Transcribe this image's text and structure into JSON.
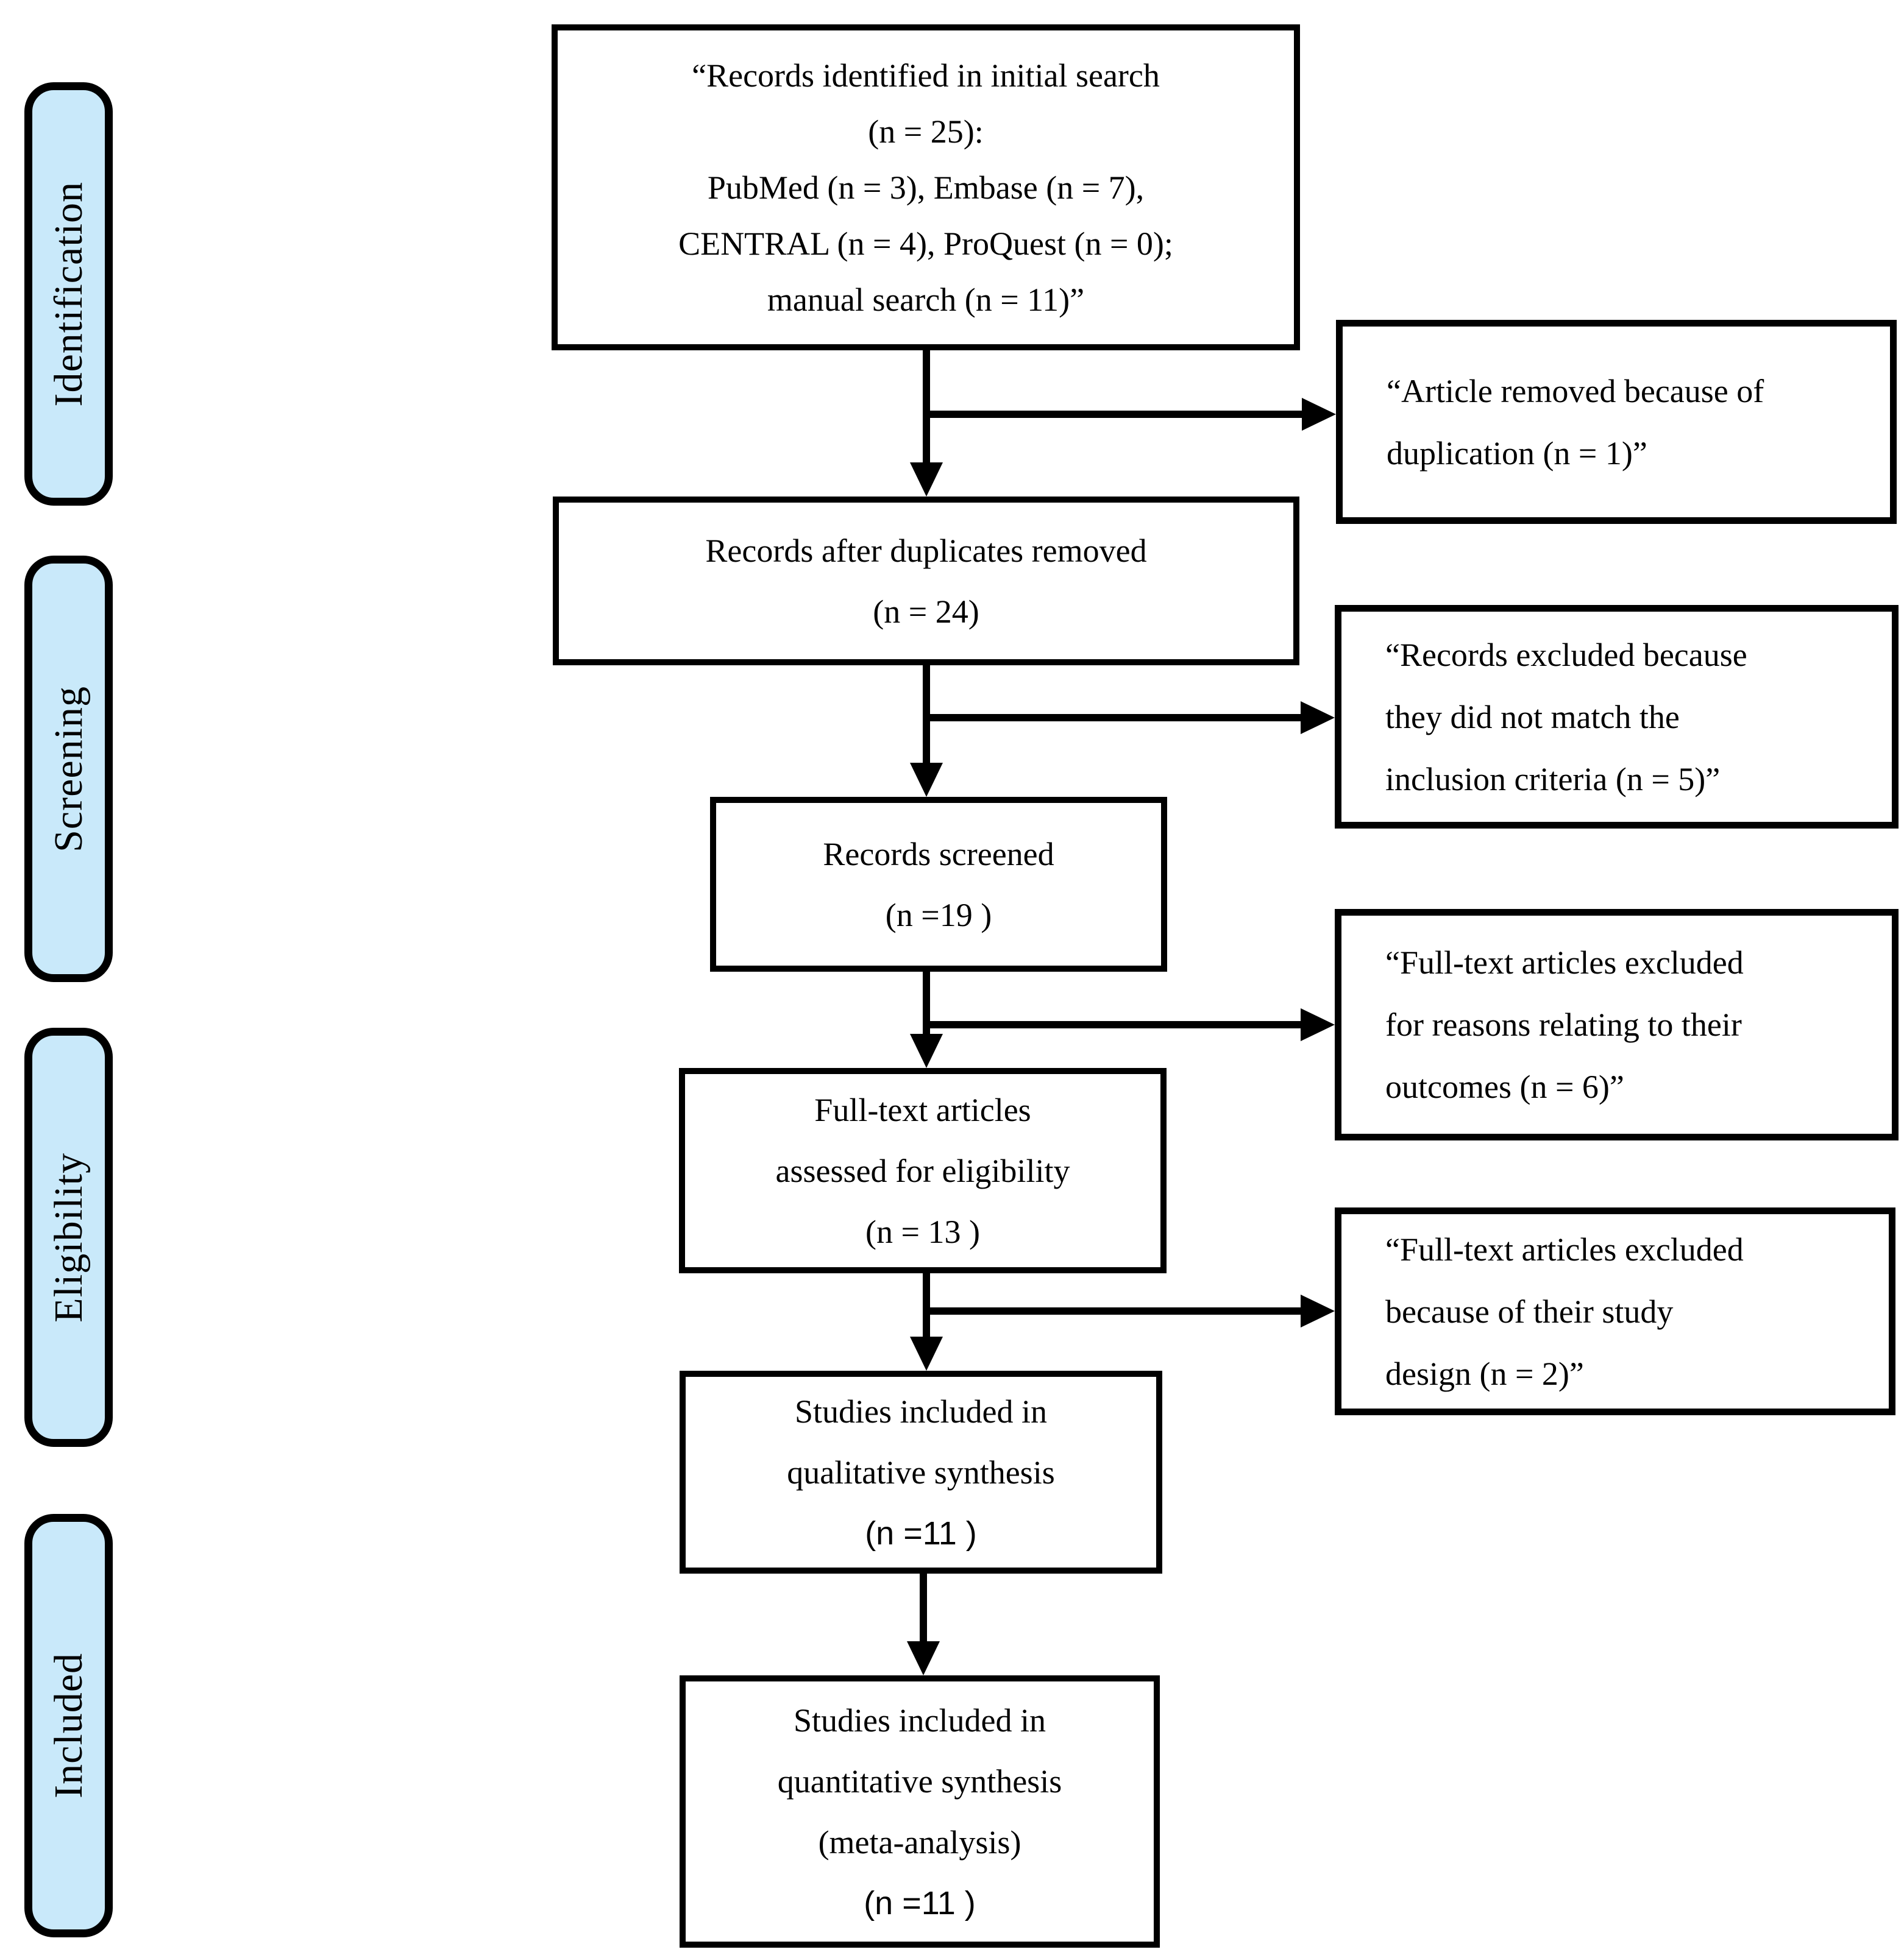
{
  "figure": {
    "stages": [
      {
        "label": "Identification"
      },
      {
        "label": "Screening"
      },
      {
        "label": "Eligibility"
      },
      {
        "label": "Included"
      }
    ],
    "main_flow": [
      {
        "id": "records-identified",
        "lines": [
          "“Records identified in initial search",
          "(n = 25):",
          "PubMed (n = 3), Embase (n = 7),",
          "CENTRAL (n = 4), ProQuest (n = 0);",
          "manual search (n = 11)”"
        ]
      },
      {
        "id": "records-after-duplicates",
        "lines": [
          "Records after duplicates removed",
          "(n = 24)"
        ]
      },
      {
        "id": "records-screened",
        "lines": [
          "Records screened",
          "(n =19 )"
        ]
      },
      {
        "id": "fulltext-assessed",
        "lines": [
          "Full-text articles",
          "assessed for eligibility",
          "(n = 13 )"
        ]
      },
      {
        "id": "qualitative-synthesis",
        "lines": [
          "Studies included in",
          "qualitative synthesis",
          "(n =11 )"
        ]
      },
      {
        "id": "quantitative-synthesis",
        "lines": [
          "Studies included in",
          "quantitative synthesis",
          "(meta-analysis)",
          "(n =11 )"
        ]
      }
    ],
    "exclusions": [
      {
        "id": "removed-duplication",
        "lines": [
          "“Article removed because of",
          "duplication (n = 1)”"
        ]
      },
      {
        "id": "excluded-inclusion-criteria",
        "lines": [
          "“Records excluded because",
          "they did not match the",
          "inclusion criteria (n = 5)”"
        ]
      },
      {
        "id": "excluded-outcomes",
        "lines": [
          "“Full-text articles excluded",
          "for reasons relating to their",
          "outcomes (n = 6)”"
        ]
      },
      {
        "id": "excluded-study-design",
        "lines": [
          "“Full-text articles excluded",
          "because of their study",
          "design (n = 2)”"
        ]
      }
    ],
    "colors": {
      "stage_fill": "#c9e9fa",
      "line": "#000000",
      "box_fill": "#ffffff"
    }
  }
}
